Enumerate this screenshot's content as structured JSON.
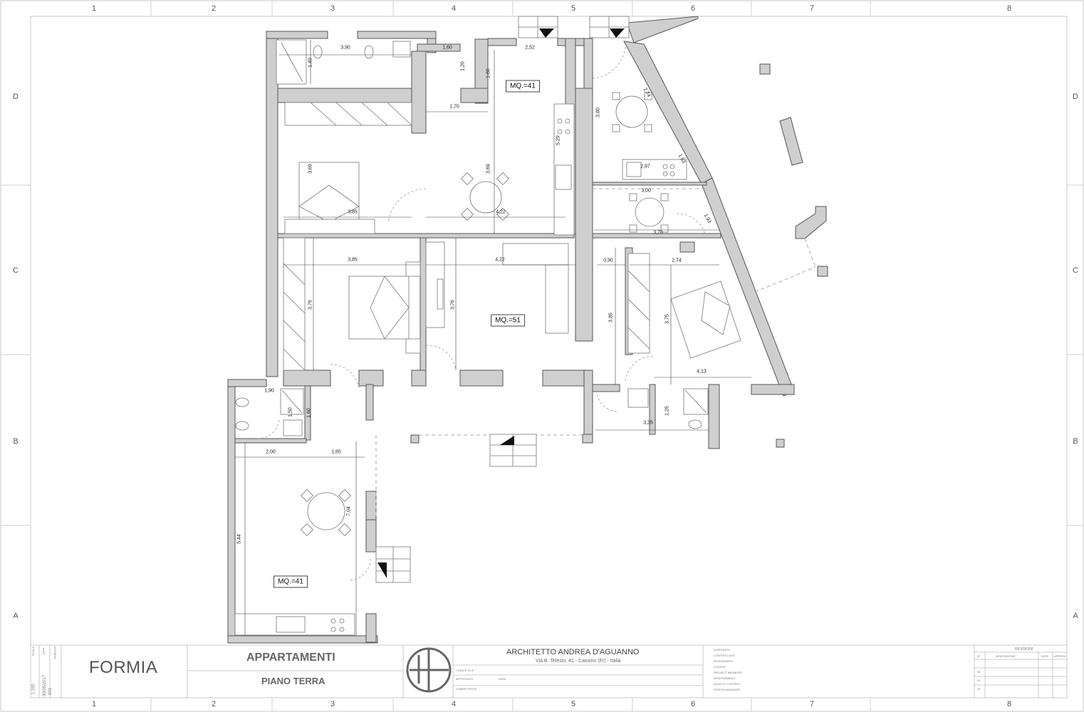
{
  "grid": {
    "cols": [
      "1",
      "2",
      "3",
      "4",
      "5",
      "6",
      "7",
      "8"
    ],
    "rows": [
      "D",
      "C",
      "B",
      "A"
    ]
  },
  "areas": [
    "MQ.=41",
    "MQ.=51",
    "MQ.=41"
  ],
  "dims": [
    "3,90",
    "1,40",
    "1,60",
    "1,20",
    "2,52",
    "1,60",
    "1,70",
    "3,69",
    "3,69",
    "5,29",
    "3,80",
    "2,74",
    "3,85",
    "4,22",
    "1,53",
    "2,97",
    "3,00",
    "1,93",
    "3,70",
    "3,85",
    "4,22",
    "0,90",
    "2,74",
    "3,76",
    "3,76",
    "3,85",
    "3,75",
    "4,13",
    "1,90",
    "1,50",
    "1,60",
    "1,25",
    "3,35",
    "2,00",
    "1,65",
    "7,04",
    "5,44"
  ],
  "title_block": {
    "city": "FORMIA",
    "title": "APPARTAMENTI",
    "subtitle": "PIANO TERRA",
    "architect": "ARCHITETTO ANDREA D'AGUANNO",
    "address": "Via B. Telesio, 41 - Cassino (Fr) - Italia",
    "revisions_label": "REVISIONI",
    "rev_cols": [
      "N°",
      "DESCRIZIONE",
      "DATA",
      "APPROV."
    ],
    "rev_rows": [
      "00",
      "01",
      "02"
    ],
    "side_fields": [
      "SCALA",
      "DATA",
      "DISEGNO",
      "1:100",
      "30/05/2017",
      "001"
    ],
    "info_left": [
      "CODICE FILE",
      "APPROVATO",
      "COMMITTENTE"
    ],
    "info_mid": [
      "DATA"
    ],
    "info_right": [
      "DISEGNATO",
      "CONTROLLATO",
      "REVISIONATO",
      "CLIENTE",
      "PROJECT MANAGER",
      "RESPONSABILE",
      "QUALITY CONTROL",
      "DESIGN MANAGER"
    ]
  }
}
